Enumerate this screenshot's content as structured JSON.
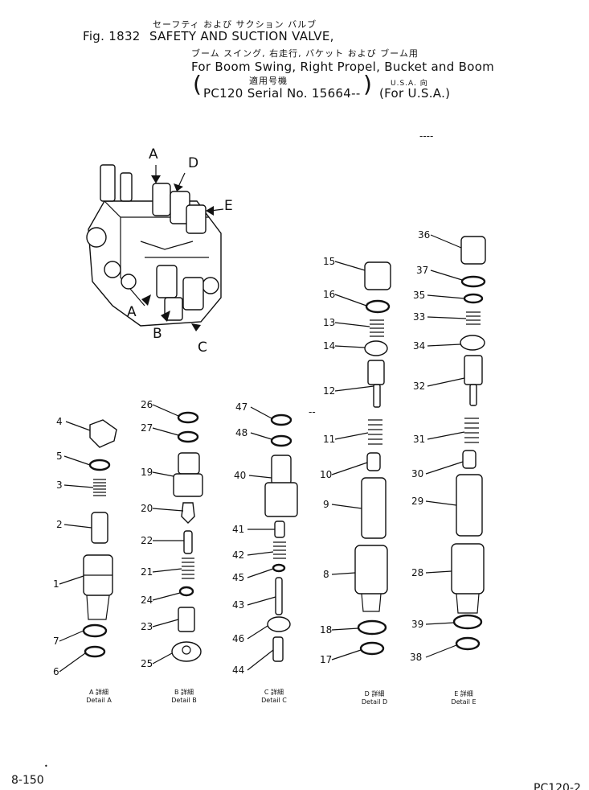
{
  "header": {
    "jp_title": "セーフティ および サクション バルブ",
    "fig_label": "Fig. 1832",
    "title": "SAFETY AND SUCTION VALVE,",
    "jp_subtitle": "ブーム スイング, 右走行, バケット および ブーム用",
    "subtitle": "For Boom Swing, Right Propel, Bucket and Boom",
    "jp_serial": "適用号機",
    "serial": "PC120 Serial No. 15664--",
    "jp_market": "U.S.A. 向",
    "market": "(For U.S.A.)"
  },
  "assembly_markers": [
    "A",
    "D",
    "E",
    "A",
    "B",
    "C"
  ],
  "details": [
    {
      "jp": "A 詳細",
      "en": "Detail A"
    },
    {
      "jp": "B 詳細",
      "en": "Detail B"
    },
    {
      "jp": "C 詳細",
      "en": "Detail C"
    },
    {
      "jp": "D 詳細",
      "en": "Detail D"
    },
    {
      "jp": "E 詳細",
      "en": "Detail E"
    }
  ],
  "callouts": {
    "detail_a": [
      "4",
      "5",
      "3",
      "2",
      "1",
      "7",
      "6"
    ],
    "detail_b": [
      "26",
      "27",
      "19",
      "20",
      "22",
      "21",
      "24",
      "23",
      "25"
    ],
    "detail_c": [
      "47",
      "48",
      "40",
      "41",
      "42",
      "45",
      "43",
      "46",
      "44"
    ],
    "detail_d": [
      "15",
      "16",
      "13",
      "14",
      "12",
      "11",
      "10",
      "9",
      "8",
      "18",
      "17"
    ],
    "detail_e": [
      "36",
      "37",
      "35",
      "33",
      "34",
      "32",
      "31",
      "30",
      "29",
      "28",
      "39",
      "38"
    ]
  },
  "footer": {
    "page_number": "8-150",
    "ref_code": "PC120-2"
  }
}
